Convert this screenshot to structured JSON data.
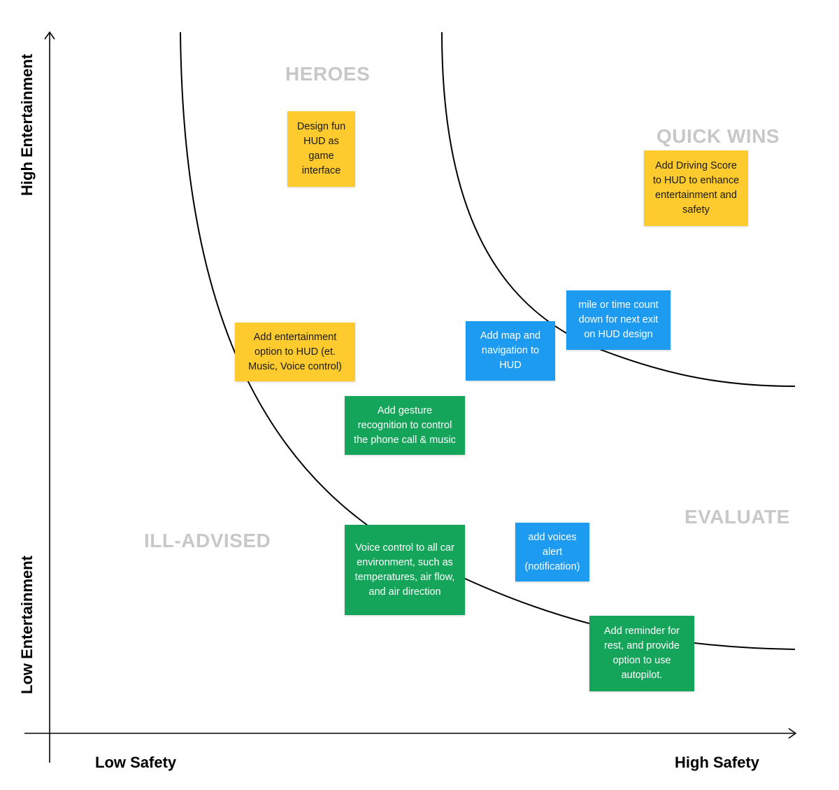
{
  "axes": {
    "y_high": "High Entertainment",
    "y_low": "Low Entertainment",
    "x_low": "Low Safety",
    "x_high": "High Safety"
  },
  "quadrants": {
    "heroes": "HEROES",
    "quick_wins": "QUICK WINS",
    "ill_advised": "ILL-ADVISED",
    "evaluate": "EVALUATE"
  },
  "notes": [
    {
      "id": "design-fun-hud",
      "color": "yellow",
      "text": "Design fun HUD as game interface"
    },
    {
      "id": "driving-score",
      "color": "yellow",
      "text": "Add Driving Score to HUD to enhance entertainment and safety"
    },
    {
      "id": "mile-countdown",
      "color": "blue",
      "text": "mile or time count down for next exit on HUD design"
    },
    {
      "id": "map-navigation",
      "color": "blue",
      "text": "Add map  and navigation to HUD"
    },
    {
      "id": "entertainment-option",
      "color": "yellow",
      "text": "Add entertainment option to HUD (et. Music, Voice control)"
    },
    {
      "id": "gesture-recognition",
      "color": "green",
      "text": "Add gesture recognition to control the phone call & music"
    },
    {
      "id": "voice-control",
      "color": "green",
      "text": "Voice control to all car environment, such as temperatures, air flow, and air direction"
    },
    {
      "id": "voices-alert",
      "color": "blue",
      "text": "add voices alert (notification)"
    },
    {
      "id": "rest-reminder",
      "color": "green",
      "text": "Add reminder for rest, and provide option to use autopilot."
    }
  ]
}
